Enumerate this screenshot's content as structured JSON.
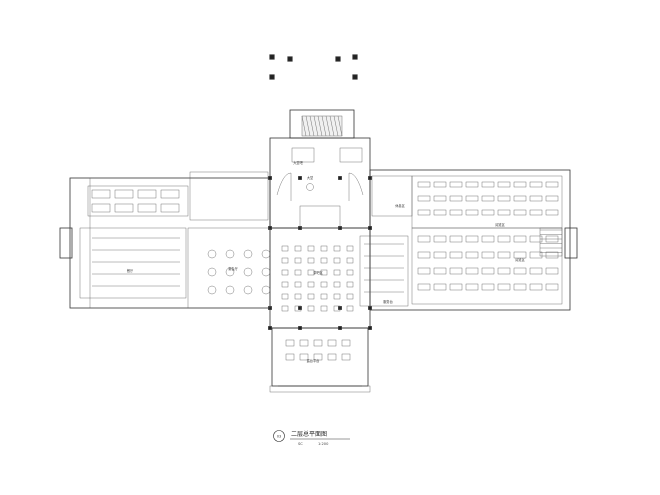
{
  "drawing": {
    "title": "二层总平面图",
    "index": "03",
    "scale": "1:200",
    "scale_prefix": "SC"
  },
  "rooms": {
    "lobby": "大堂",
    "upper_left": "大堂吧",
    "tea_area": "茶吧区",
    "dining_main": "餐厅",
    "banquet": "宴会厅",
    "terrace": "露台平台",
    "east_hall_1": "阅览区",
    "east_hall_2": "阅览区",
    "east_corridor": "休息区",
    "service": "服务台"
  },
  "colors": {
    "ink": "#333333",
    "light_ink": "#777777",
    "paper": "#ffffff"
  }
}
